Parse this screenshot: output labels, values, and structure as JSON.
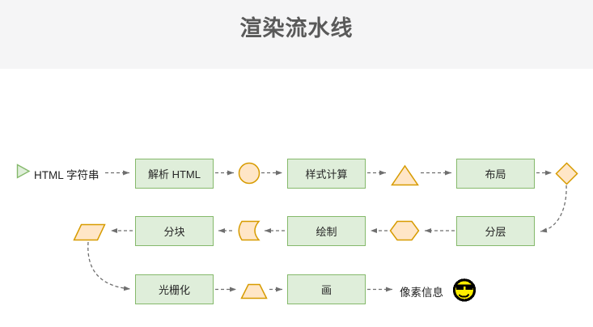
{
  "page": {
    "title": "渲染流水线"
  },
  "pipeline": {
    "input": {
      "label": "HTML 字符串",
      "icon": "play-triangle-icon"
    },
    "output": {
      "label": "像素信息",
      "icon": "cool-smiley-icon"
    },
    "stages": [
      {
        "id": "parse-html",
        "label": "解析 HTML"
      },
      {
        "id": "style-calc",
        "label": "样式计算"
      },
      {
        "id": "layout",
        "label": "布局"
      },
      {
        "id": "layering",
        "label": "分层"
      },
      {
        "id": "paint",
        "label": "绘制"
      },
      {
        "id": "tiling",
        "label": "分块"
      },
      {
        "id": "rasterize",
        "label": "光栅化"
      },
      {
        "id": "draw",
        "label": "画"
      }
    ],
    "tokens": [
      {
        "shape": "circle",
        "between": [
          "解析 HTML",
          "样式计算"
        ]
      },
      {
        "shape": "triangle",
        "between": [
          "样式计算",
          "布局"
        ]
      },
      {
        "shape": "diamond",
        "between": [
          "布局",
          "分层"
        ]
      },
      {
        "shape": "hexagon",
        "between": [
          "分层",
          "绘制"
        ]
      },
      {
        "shape": "stored-data",
        "between": [
          "绘制",
          "分块"
        ]
      },
      {
        "shape": "parallelogram",
        "between": [
          "分块",
          "光栅化"
        ]
      },
      {
        "shape": "trapezoid",
        "between": [
          "光栅化",
          "画"
        ]
      }
    ],
    "edges": [
      {
        "from": "HTML 字符串",
        "to": "解析 HTML"
      },
      {
        "from": "解析 HTML",
        "to": "样式计算"
      },
      {
        "from": "样式计算",
        "to": "布局"
      },
      {
        "from": "布局",
        "to": "分层"
      },
      {
        "from": "分层",
        "to": "绘制"
      },
      {
        "from": "绘制",
        "to": "分块"
      },
      {
        "from": "分块",
        "to": "光栅化"
      },
      {
        "from": "光栅化",
        "to": "画"
      },
      {
        "from": "画",
        "to": "像素信息"
      }
    ],
    "colors": {
      "header_bg": "#f5f5f6",
      "title_text": "#595959",
      "stage_fill": "#dfeeda",
      "stage_border": "#85b96b",
      "shape_fill": "#ffe6c7",
      "shape_border": "#d79b00",
      "connector": "#6f6f6f"
    }
  }
}
